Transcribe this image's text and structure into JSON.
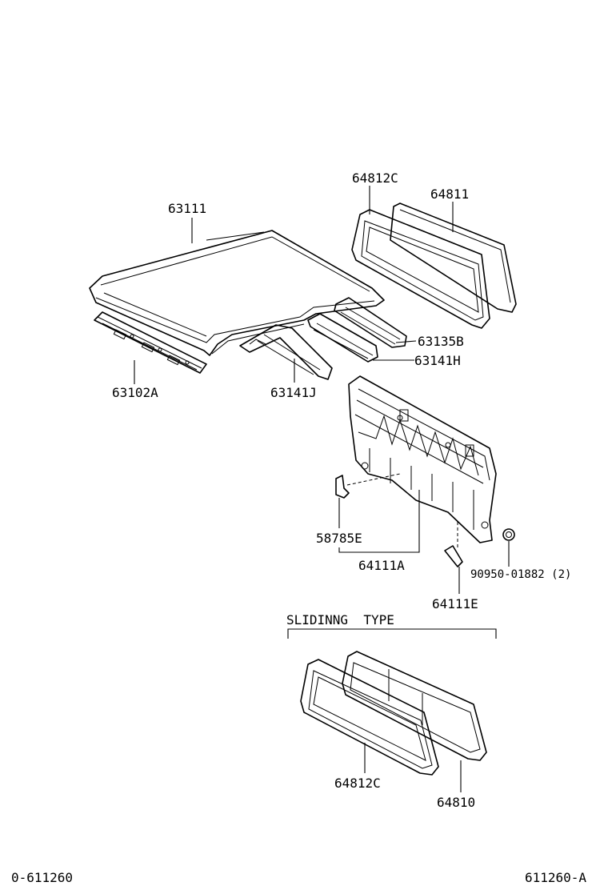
{
  "parts": {
    "roof_panel": "63111",
    "roof_rail_front": "63102A",
    "roof_bow_1": "63141J",
    "roof_bow_2": "63141H",
    "roof_bow_3": "63135B",
    "back_window_weatherstrip": "64812C",
    "back_window_glass": "64811",
    "back_panel": "64111A",
    "bracket": "58785E",
    "back_panel_brace": "64111E",
    "plug": "90950-01882 (2)",
    "sliding_weatherstrip": "64812C",
    "sliding_glass": "64810"
  },
  "section": {
    "sliding_title": "SLIDINNG  TYPE"
  },
  "footer": {
    "left_code": "0-611260",
    "right_code": "611260-A"
  }
}
